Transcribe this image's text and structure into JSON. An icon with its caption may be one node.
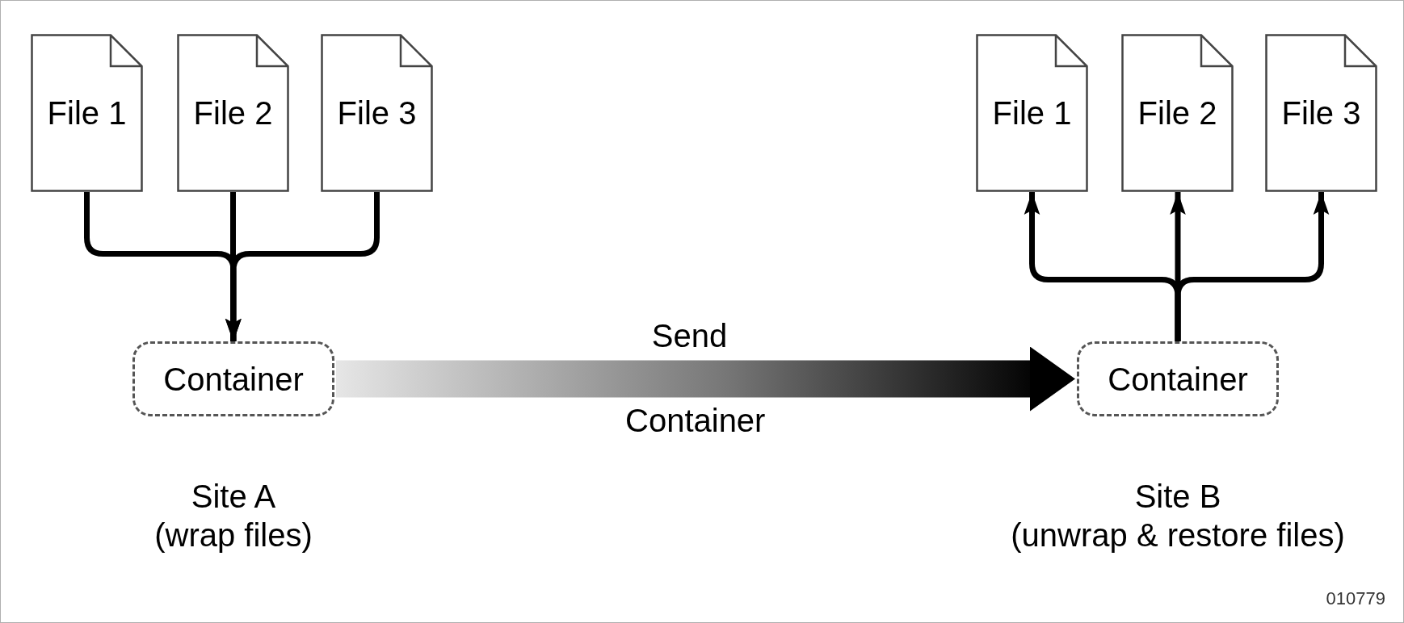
{
  "diagram": {
    "nodes": [
      {
        "text": [
          "File 1"
        ]
      },
      {
        "text": [
          "File 2"
        ]
      },
      {
        "text": [
          "File 3"
        ]
      },
      {
        "text": [
          "File 1"
        ]
      },
      {
        "text": [
          "File 2"
        ]
      },
      {
        "text": [
          "File 3"
        ]
      },
      {
        "text": [
          "Container"
        ],
        "beside": [
          "Site A",
          "(wrap files)"
        ]
      },
      {
        "text": [
          "Container"
        ],
        "beside": [
          "Site B",
          "(unwrap & restore files)"
        ]
      }
    ],
    "edges": [
      {
        "from": 0,
        "to": 6,
        "arrow": "to"
      },
      {
        "from": 1,
        "to": 6,
        "arrow": "to"
      },
      {
        "from": 2,
        "to": 6,
        "arrow": "to"
      },
      {
        "from": 6,
        "to": 7,
        "arrow": "to",
        "label": "Send",
        "style": "thick"
      },
      {
        "from": 7,
        "to": 3,
        "arrow": "to"
      },
      {
        "from": 7,
        "to": 4,
        "arrow": "to"
      },
      {
        "from": 7,
        "to": 5,
        "arrow": "to"
      }
    ],
    "labels": [
      "Container",
      "010779"
    ]
  }
}
